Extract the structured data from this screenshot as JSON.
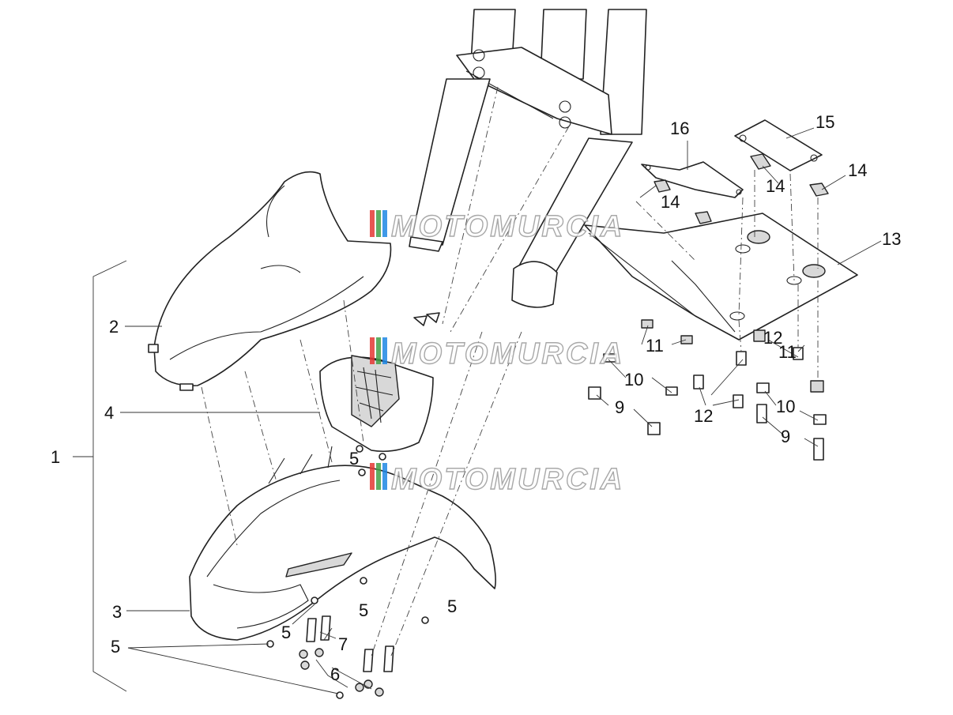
{
  "callouts": [
    {
      "id": "c1",
      "label": "1"
    },
    {
      "id": "c2",
      "label": "2"
    },
    {
      "id": "c3",
      "label": "3"
    },
    {
      "id": "c4",
      "label": "4"
    },
    {
      "id": "c5a",
      "label": "5"
    },
    {
      "id": "c5b",
      "label": "5"
    },
    {
      "id": "c5c",
      "label": "5"
    },
    {
      "id": "c5d",
      "label": "5"
    },
    {
      "id": "c5e",
      "label": "5"
    },
    {
      "id": "c6",
      "label": "6"
    },
    {
      "id": "c7",
      "label": "7"
    },
    {
      "id": "c9a",
      "label": "9"
    },
    {
      "id": "c9b",
      "label": "9"
    },
    {
      "id": "c10a",
      "label": "10"
    },
    {
      "id": "c10b",
      "label": "10"
    },
    {
      "id": "c11a",
      "label": "11"
    },
    {
      "id": "c11b",
      "label": "11"
    },
    {
      "id": "c12a",
      "label": "12"
    },
    {
      "id": "c12b",
      "label": "12"
    },
    {
      "id": "c13",
      "label": "13"
    },
    {
      "id": "c14a",
      "label": "14"
    },
    {
      "id": "c14b",
      "label": "14"
    },
    {
      "id": "c14c",
      "label": "14"
    },
    {
      "id": "c15",
      "label": "15"
    },
    {
      "id": "c16",
      "label": "16"
    }
  ],
  "watermark": {
    "text": "MOTOMURCIA",
    "colors": [
      "#e53935",
      "#43a047",
      "#1e88e5",
      "#fdd835"
    ]
  }
}
